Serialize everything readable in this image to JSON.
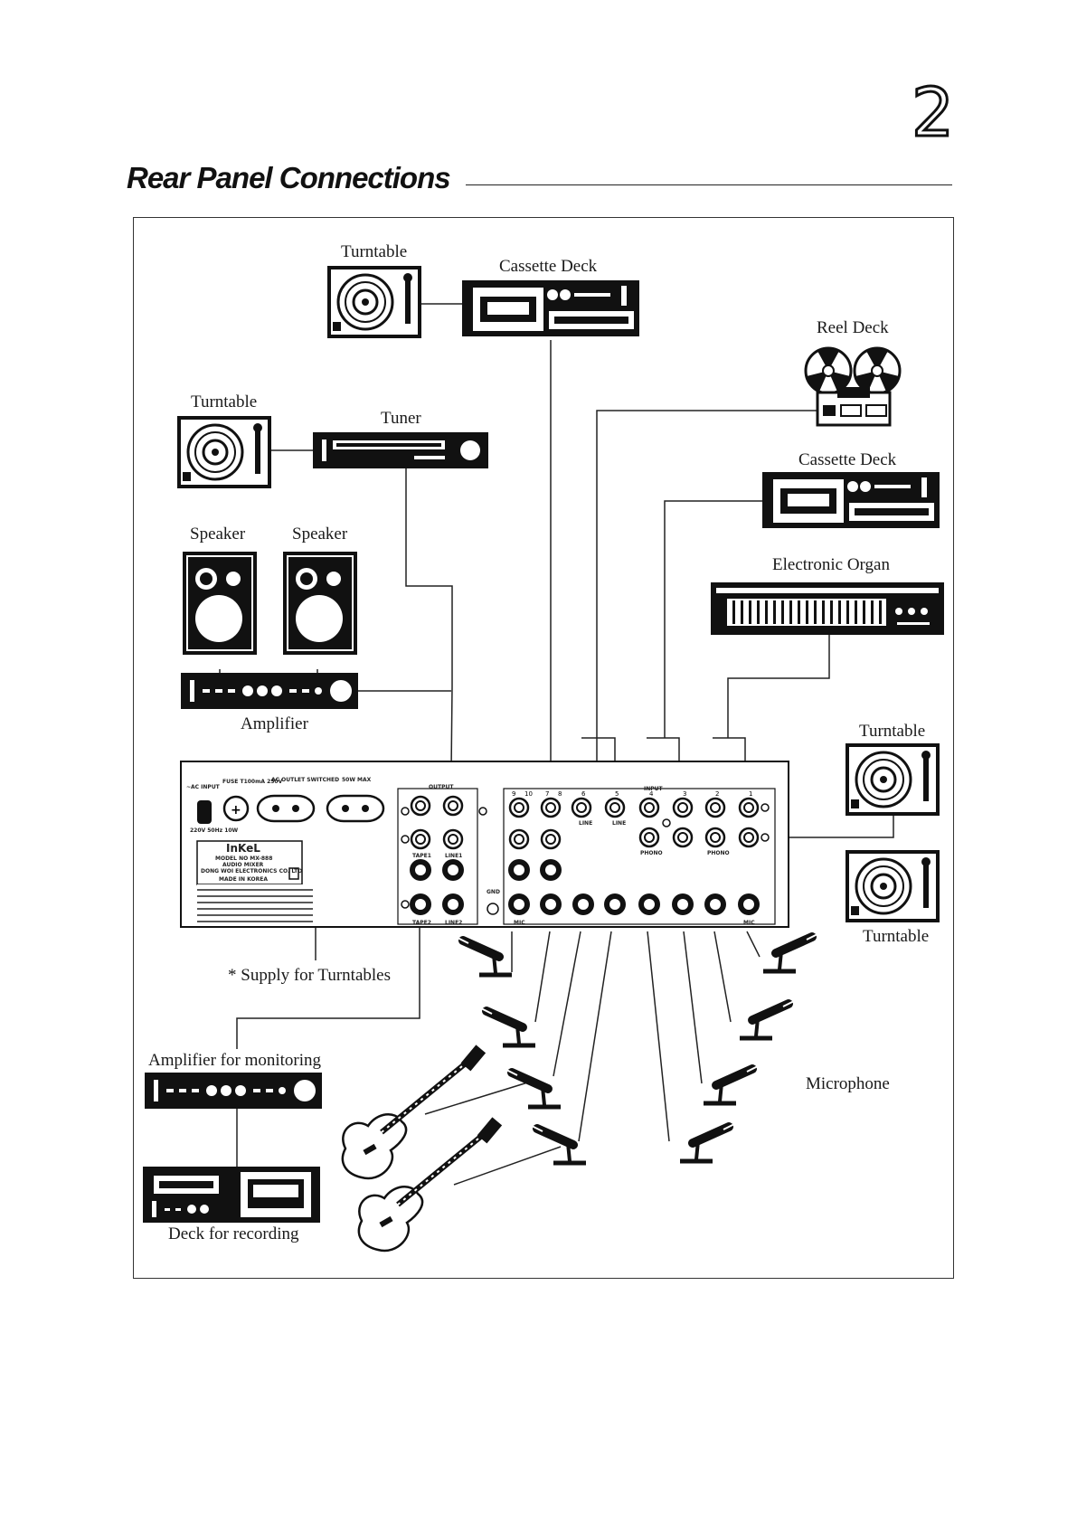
{
  "page": {
    "number": "2",
    "title": "Rear Panel Connections"
  },
  "labels": {
    "turntable_top": "Turntable",
    "cassette_top": "Cassette  Deck",
    "reel_deck": "Reel  Deck",
    "turntable_left": "Turntable",
    "tuner": "Tuner",
    "cassette_right": "Cassette  Deck",
    "speaker_left": "Speaker",
    "speaker_right": "Speaker",
    "electronic_organ": "Electronic  Organ",
    "amplifier": "Amplifier",
    "turntable_right_top": "Turntable",
    "turntable_right_bottom": "Turntable",
    "supply_note": "* Supply for Turntables",
    "amp_monitoring": "Amplifier for monitoring",
    "microphone": "Microphone",
    "deck_recording": "Deck for recording"
  },
  "panel": {
    "brand": "InKeL",
    "model": "MODEL NO MX-888",
    "type": "AUDIO MIXER",
    "maker": "DONG WOI ELECTRONICS CO. LTD",
    "origin": "MADE IN KOREA",
    "ac_input": "~AC INPUT",
    "fuse": "FUSE T100mA 250V",
    "outlet": "AC OUTLET SWITCHED",
    "outlet_max": "50W MAX",
    "output": "OUTPUT",
    "input": "INPUT",
    "voltage": "220V 50Hz 10W",
    "gnd": "GND",
    "tape1": "TAPE1",
    "line1": "LINE1",
    "tape2": "TAPE2",
    "line2": "LINE2",
    "line": "LINE",
    "phono": "PHONO",
    "mic": "MIC",
    "ch_numbers": [
      "9",
      "10",
      "7",
      "8",
      "6",
      "5",
      "4",
      "3",
      "2",
      "1"
    ]
  }
}
